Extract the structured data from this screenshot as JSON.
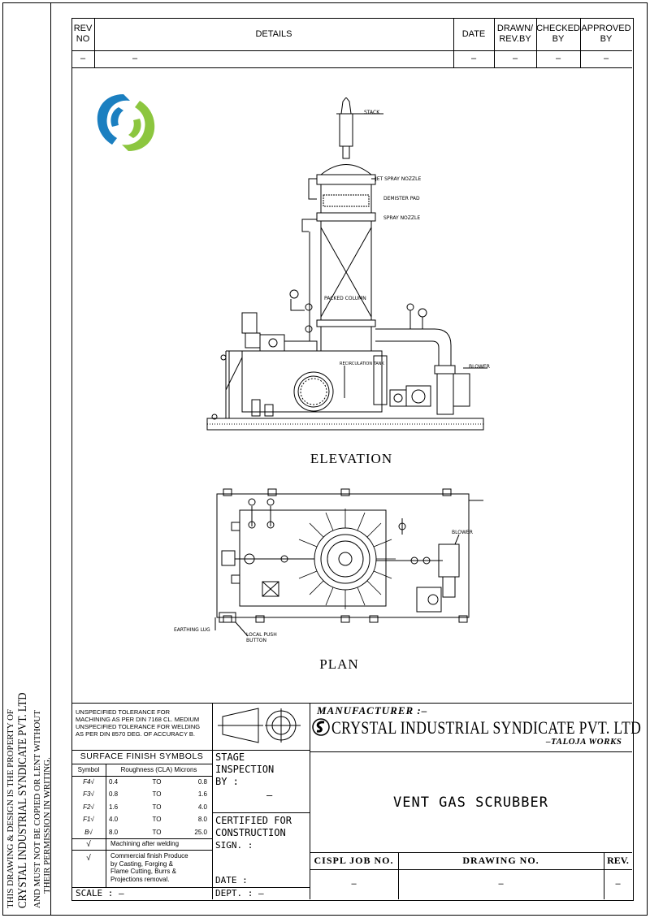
{
  "revision_table": {
    "headers": {
      "rev_no": "REV\nNO",
      "details": "DETAILS",
      "date": "DATE",
      "drawn_by": "DRAWN/\nREV.BY",
      "checked_by": "CHECKED\nBY",
      "approved_by": "APPROVED\nBY"
    },
    "row": {
      "rev_no": "–",
      "details": "–",
      "date": "–",
      "drawn_by": "–",
      "checked_by": "–",
      "approved_by": "–"
    }
  },
  "side_note": {
    "line1": "THIS DRAWING & DESIGN IS THE PROPERTY OF",
    "line2": "CRYSTAL INDUSTRIAL SYNDICATE PVT. LTD",
    "line3": "AND MUST NOT BE COPIED OR LENT WITHOUT",
    "line4": "THEIR PERMISSION IN WRITING."
  },
  "elevation": {
    "caption": "ELEVATION",
    "labels": {
      "stack": "STACK",
      "jet_spray_nozzle": "JET SPRAY NOZZLE",
      "demister_pad": "DEMISTER PAD",
      "spray_nozzle": "SPRAY NOZZLE",
      "packed_column": "PACKED COLUMN",
      "recirculation_tank": "RECIRCULATION TANK",
      "blower": "BLOWER"
    }
  },
  "plan": {
    "caption": "PLAN",
    "labels": {
      "blower": "BLOWER",
      "earthing_lug": "EARTHING LUG",
      "local_push_button": "LOCAL PUSH\nBUTTON"
    }
  },
  "title_block": {
    "tolerance": "UNSPECIFIED TOLERANCE FOR\nMACHINING AS PER DIN 7168 CL. MEDIUM\nUNSPECIFIED TOLERANCE FOR WELDING\nAS PER DIN 8570 DEG. OF ACCURACY B.",
    "surface_finish_title": "SURFACE FINISH SYMBOLS",
    "sf_headers": {
      "symbol": "Symbol",
      "roughness": "Roughness (CLA) Microns"
    },
    "sf_rows": [
      {
        "symbol": "F4√",
        "from": "0.4",
        "to": "TO",
        "value": "0.8"
      },
      {
        "symbol": "F3√",
        "from": "0.8",
        "to": "TO",
        "value": "1.6"
      },
      {
        "symbol": "F2√",
        "from": "1.6",
        "to": "TO",
        "value": "4.0"
      },
      {
        "symbol": "F1√",
        "from": "4.0",
        "to": "TO",
        "value": "8.0"
      },
      {
        "symbol": "B√",
        "from": "8.0",
        "to": "TO",
        "value": "25.0"
      }
    ],
    "sf_machining": {
      "symbol": "√",
      "text": "Machining after welding"
    },
    "sf_commercial": {
      "symbol": "√",
      "text": "Commercial finish Produce\nby Casting, Forging &\nFlame Cutting, Burrs &\nProjections removal."
    },
    "scale_label": "SCALE : –",
    "stage_label": "STAGE\nINSPECTION\nBY :",
    "stage_value": "–",
    "certified_label": "CERTIFIED FOR\nCONSTRUCTION",
    "sign_label": "SIGN. :",
    "date_label": "DATE :",
    "dept_label": "DEPT. : –",
    "manufacturer_label": "MANUFACTURER :–",
    "company_name": "CRYSTAL INDUSTRIAL SYNDICATE PVT. LTD",
    "works": "–TALOJA WORKS",
    "drawing_title": "VENT GAS SCRUBBER",
    "job_no_label": "CISPL JOB NO.",
    "drawing_no_label": "DRAWING NO.",
    "rev_label": "REV.",
    "job_no_value": "–",
    "drawing_no_value": "–",
    "rev_value": "–"
  },
  "colors": {
    "logo_blue": "#1b7fc0",
    "logo_green": "#8cc63f",
    "line": "#000000"
  }
}
